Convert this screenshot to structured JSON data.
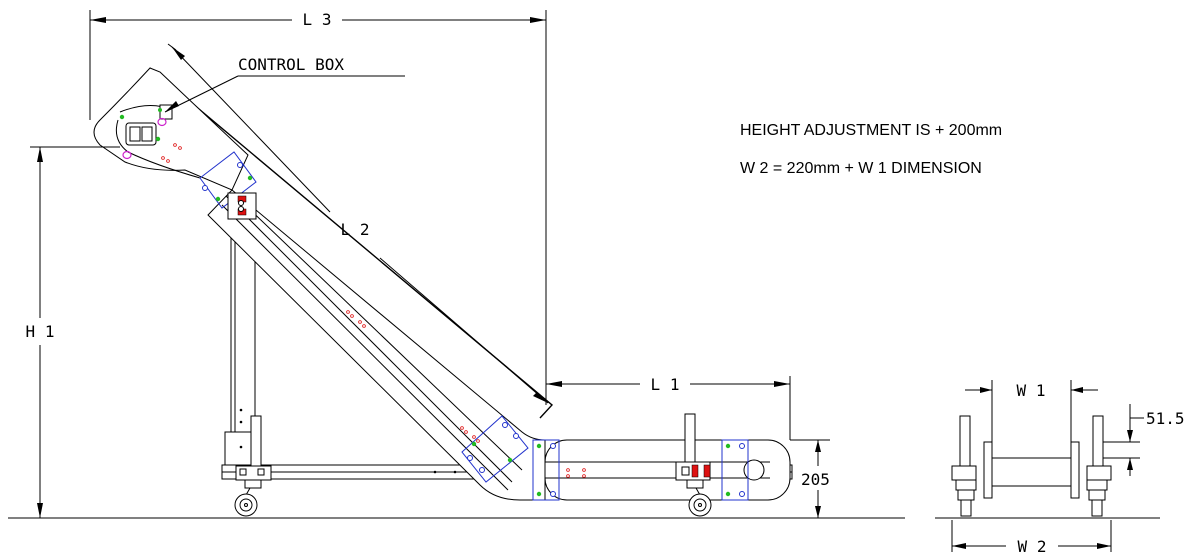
{
  "notes": {
    "height_adjustment": "HEIGHT ADJUSTMENT IS + 200mm",
    "w2_formula": "W 2 = 220mm + W 1 DIMENSION"
  },
  "labels": {
    "control_box": "CONTROL BOX",
    "l1": "L 1",
    "l2": "L 2",
    "l3": "L 3",
    "h1": "H 1",
    "w1": "W 1",
    "w2": "W 2",
    "dim_205": "205",
    "dim_51_5": "51.5"
  },
  "colors": {
    "line": "#000000",
    "belt_guard": "#2233cc",
    "fastener": "#22bb22",
    "marking": "#dd1111",
    "sensor": "#cc22cc"
  }
}
